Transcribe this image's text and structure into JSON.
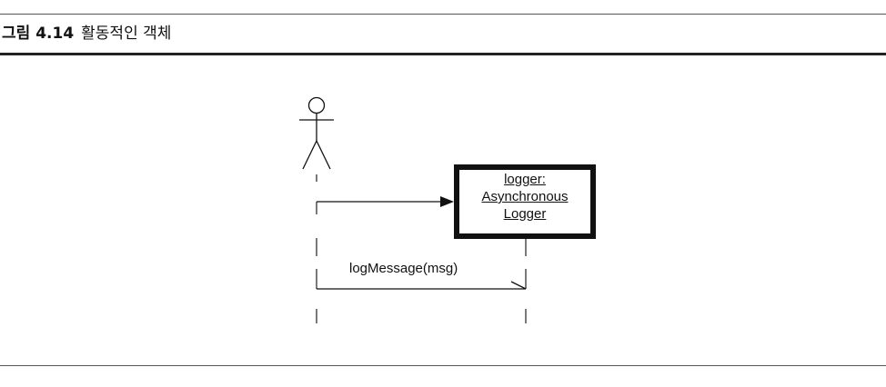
{
  "figure": {
    "label": "그림 4.14",
    "caption": "활동적인 객체"
  },
  "object": {
    "lines": [
      "logger:",
      "Asynchronous",
      "Logger"
    ]
  },
  "messages": {
    "async_message_label": "logMessage(msg)"
  }
}
